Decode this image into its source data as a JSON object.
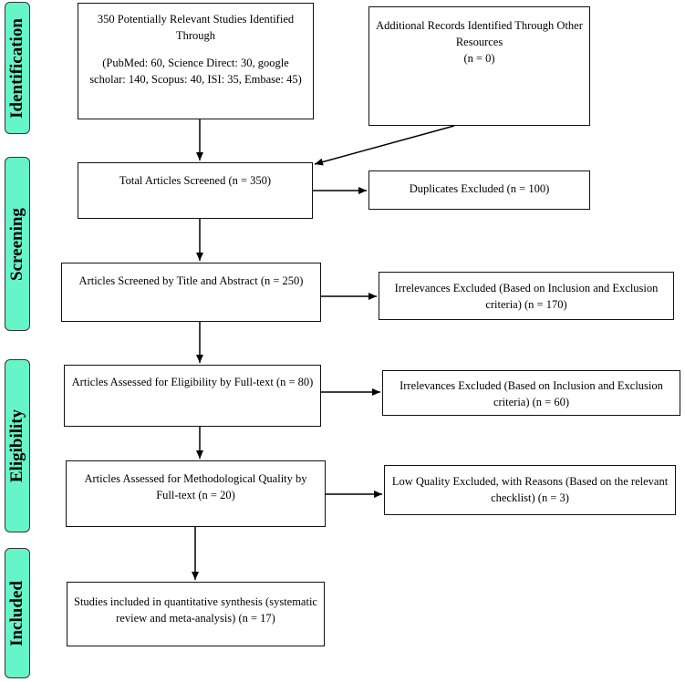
{
  "phases": {
    "identification": "Identification",
    "screening": "Screening",
    "eligibility": "Eligibility",
    "included": "Included"
  },
  "boxes": {
    "identified": {
      "title": "350 Potentially Relevant Studies Identified Through",
      "detail": "(PubMed: 60, Science Direct: 30, google scholar: 140, Scopus: 40, ISI: 35, Embase: 45)"
    },
    "additional": {
      "title": "Additional Records Identified Through Other Resources",
      "detail": "(n = 0)"
    },
    "screened": "Total Articles Screened (n = 350)",
    "duplicates": "Duplicates Excluded (n = 100)",
    "title_abstract": "Articles Screened by Title and Abstract (n = 250)",
    "irrelevant_1": "Irrelevances Excluded (Based on Inclusion and Exclusion criteria) (n = 170)",
    "eligibility": "Articles Assessed for Eligibility by Full-text (n = 80)",
    "irrelevant_2": "Irrelevances Excluded (Based on Inclusion and Exclusion criteria) (n = 60)",
    "quality": "Articles Assessed for Methodological Quality by Full-text (n = 20)",
    "low_quality": "Low Quality Excluded, with Reasons (Based on the relevant checklist) (n = 3)",
    "included": "Studies included in quantitative synthesis (systematic review and meta-analysis) (n = 17)"
  }
}
